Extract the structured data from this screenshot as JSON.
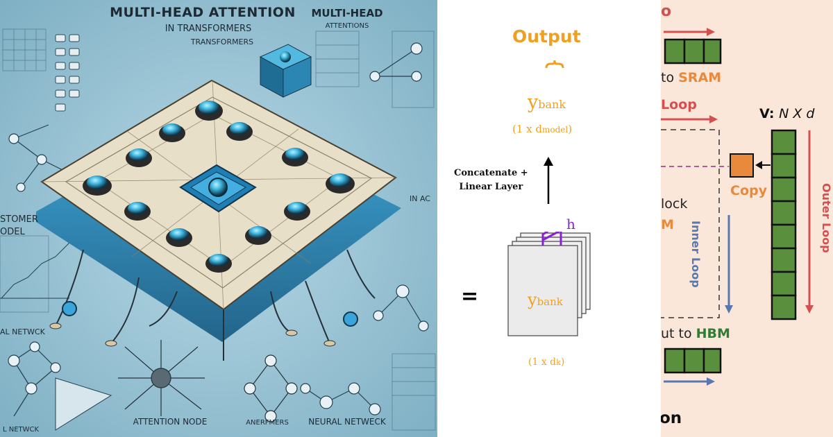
{
  "left_panel": {
    "title_main": "MULTI-HEAD ATTENTION",
    "title_sub1": "IN TRANSFORMERS",
    "title_sub2": "TRANSFORMERS",
    "title_right1": "MULTI-HEAD",
    "title_right2": "ATTENTIONS",
    "side_left1": "STOMER",
    "side_left2": "ODEL",
    "side_right": "IN AC",
    "bottom_left": "AL NETWCK",
    "bottom_center": "ATTENTION NODE",
    "bottom_mid": "ANERFMERS",
    "bottom_right": "NEURAL NETWECK",
    "bottom_far_left": "L NETWCK"
  },
  "middle_panel": {
    "output_label": "Output",
    "ybank_top": "y",
    "ybank_top_sub": "bank",
    "dim_top_prefix": "(1 x d",
    "dim_top_sub": "model",
    "dim_top_suffix": ")",
    "concat_label_1": "Concatenate +",
    "concat_label_2": "Linear Layer",
    "h_label": "h",
    "equals": "=",
    "ybank_box": "y",
    "ybank_box_sub": "bank",
    "dim_bottom_prefix": "(1 x d",
    "dim_bottom_sub": "k",
    "dim_bottom_suffix": ")"
  },
  "right_panel": {
    "top_partial": "o",
    "to_sram_prefix": "to ",
    "to_sram_highlight": "SRAM",
    "loop_partial": "Loop",
    "v_label": "V: ",
    "v_dims": "N X d",
    "copy_label": "Copy",
    "block_partial": "lock",
    "m_partial": "M",
    "inner_loop": "Inner Loop",
    "outer_loop": "Outer Loop",
    "ut_to_prefix": "ut to ",
    "ut_to_highlight": "HBM",
    "bottom_partial": "on",
    "colors": {
      "orange": "#e8893c",
      "red": "#d45050",
      "green": "#2e7d32",
      "blue": "#5a78b0",
      "block_green": "#5a8f3e"
    }
  }
}
